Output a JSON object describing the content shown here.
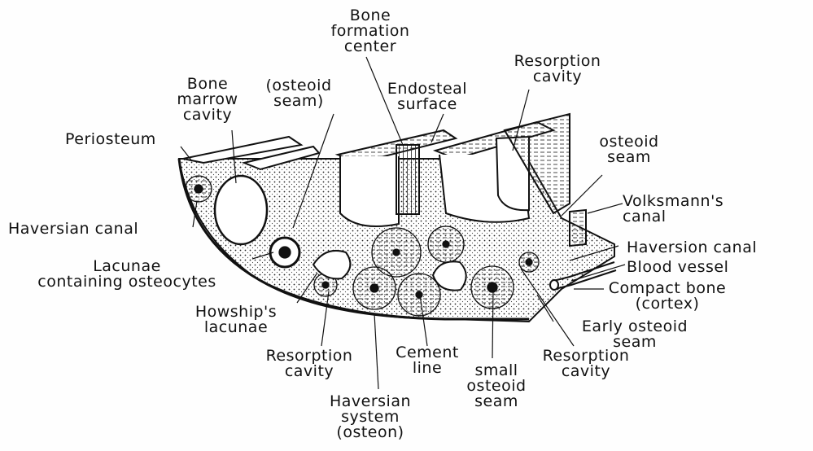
{
  "labels": {
    "bone_formation_center": "Bone\nformation\ncenter",
    "resorption_cavity_top": "Resorption\ncavity",
    "bone_marrow_cavity": "Bone\nmarrow\ncavity",
    "osteoid_seam_paren": "(osteoid\nseam)",
    "endosteal_surface": "Endosteal\nsurface",
    "periosteum": "Periosteum",
    "osteoid_seam_right": "osteoid\nseam",
    "volksmanns_canal": "Volksmann's\ncanal",
    "haversian_canal_left": "Haversian canal",
    "haversion_canal_right": "Haversion canal",
    "blood_vessel": "Blood vessel",
    "lacunae": "Lacunae\ncontaining osteocytes",
    "compact_bone": "Compact bone\n(cortex)",
    "howships_lacunae": "Howship's\nlacunae",
    "early_osteoid_seam": "Early osteoid\nseam",
    "resorption_cavity_bottom_left": "Resorption\ncavity",
    "cement_line": "Cement\nline",
    "resorption_cavity_bottom_right": "Resorption\ncavity",
    "small_osteoid_seam": "small\nosteoid\nseam",
    "haversian_system": "Haversian\nsystem\n(osteon)"
  },
  "colors": {
    "ink": "#111111",
    "paper": "#fefefe"
  }
}
